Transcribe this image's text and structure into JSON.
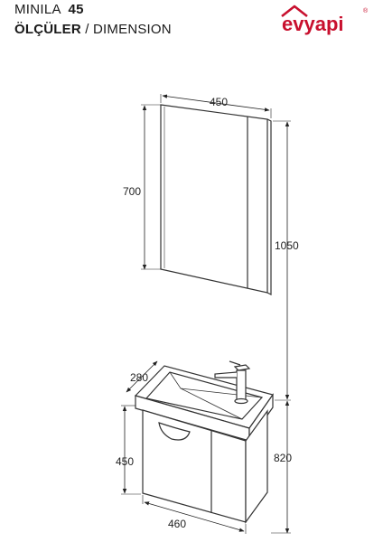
{
  "header": {
    "model_name": "MINILA",
    "model_number": "45",
    "subtitle_bold": "ÖLÇÜLER",
    "subtitle_sep": " / ",
    "subtitle_rest": "DIMENSION"
  },
  "brand": {
    "logo_text": "evyapi",
    "registered_mark": "®",
    "color": "#c8102e"
  },
  "dimensions": {
    "mirror_width": "450",
    "mirror_height": "700",
    "total_height": "1050",
    "cabinet_depth": "280",
    "cabinet_height": "450",
    "cabinet_total_height": "820",
    "cabinet_width": "460"
  }
}
